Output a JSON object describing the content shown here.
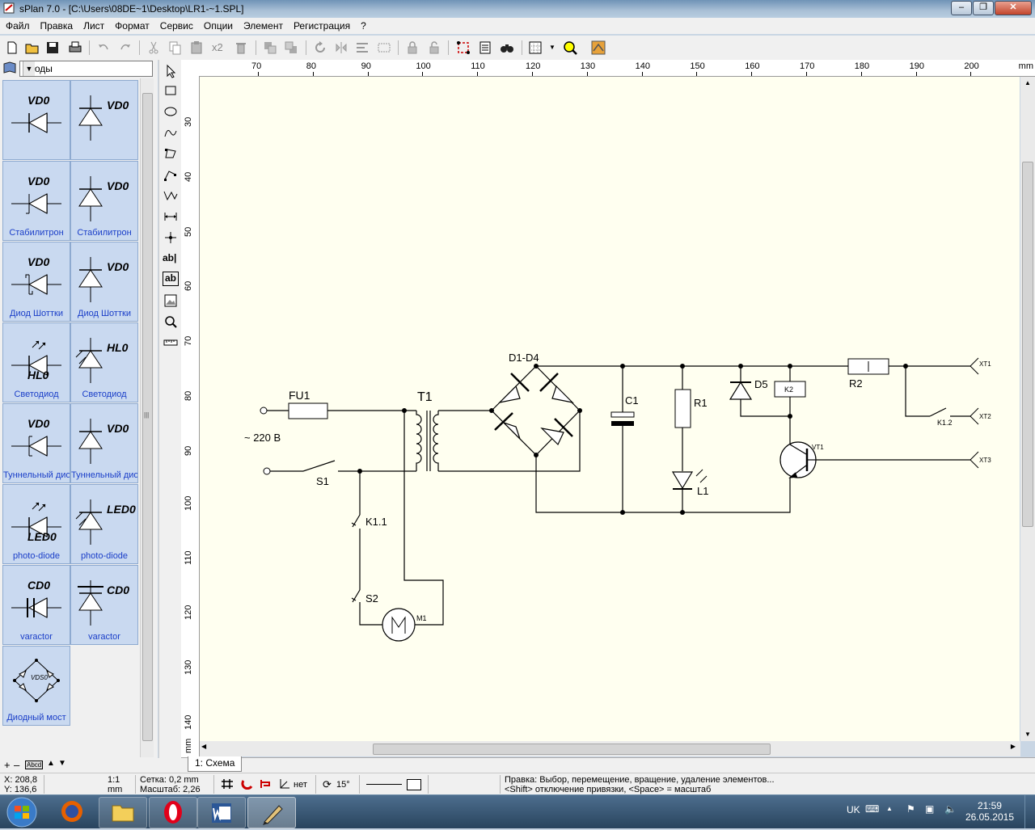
{
  "window": {
    "title": "sPlan 7.0 - [C:\\Users\\08DE~1\\Desktop\\LR1-~1.SPL]"
  },
  "menu": [
    "Файл",
    "Правка",
    "Лист",
    "Формат",
    "Сервис",
    "Опции",
    "Элемент",
    "Регистрация",
    "?"
  ],
  "toolbar": {
    "copies_label": "x2"
  },
  "library": {
    "selected": "Диоды",
    "cells": [
      {
        "symbol": "VD0",
        "name": ""
      },
      {
        "symbol": "VD0",
        "name": ""
      },
      {
        "symbol": "VD0",
        "name": "Стабилитрон"
      },
      {
        "symbol": "VD0",
        "name": "Стабилитрон"
      },
      {
        "symbol": "VD0",
        "name": "Диод Шоттки"
      },
      {
        "symbol": "VD0",
        "name": "Диод Шоттки"
      },
      {
        "symbol": "HL0",
        "name": "Светодиод"
      },
      {
        "symbol": "HL0",
        "name": "Светодиод"
      },
      {
        "symbol": "VD0",
        "name": "Туннельный диод"
      },
      {
        "symbol": "VD0",
        "name": "Туннельный диод"
      },
      {
        "symbol": "LED0",
        "name": "photo-diode"
      },
      {
        "symbol": "LED0",
        "name": "photo-diode"
      },
      {
        "symbol": "CD0",
        "name": "varactor"
      },
      {
        "symbol": "CD0",
        "name": "varactor"
      },
      {
        "symbol": "VDS0",
        "name": "Диодный мост"
      }
    ]
  },
  "drawtools": {
    "text_tool": "ab|",
    "textframe_tool": "ab"
  },
  "ruler": {
    "top": [
      "70",
      "80",
      "90",
      "100",
      "110",
      "120",
      "130",
      "140",
      "150",
      "160",
      "170",
      "180",
      "190",
      "200"
    ],
    "top_unit": "mm",
    "left": [
      "30",
      "40",
      "50",
      "60",
      "70",
      "80",
      "90",
      "100",
      "110",
      "120",
      "130",
      "140"
    ],
    "left_unit": "mm"
  },
  "schematic": {
    "labels": {
      "fu1": "FU1",
      "mains": "~ 220 В",
      "s1": "S1",
      "t1": "T1",
      "k11": "K1.1",
      "s2": "S2",
      "m1": "M1",
      "bridge": "D1-D4",
      "c1": "C1",
      "r1": "R1",
      "l1": "L1",
      "d5": "D5",
      "k2": "K2",
      "vt1": "VT1",
      "r2": "R2",
      "k12": "K1.2",
      "xt1": "XT1",
      "xt2": "XT2",
      "xt3": "XT3"
    }
  },
  "page_tab": "1: Схема",
  "lib_bottom": {
    "abcd": "Abcd"
  },
  "status": {
    "x": "X: 208,8",
    "y": "Y: 136,6",
    "scale_top": "1:1",
    "scale_unit": "mm",
    "grid": "Сетка: 0,2 mm",
    "zoom": "Масштаб:  2,26",
    "angle_snap": "нет",
    "rotation": "15°",
    "hint1": "Правка: Выбор, перемещение, вращение, удаление элементов...",
    "hint2": "<Shift> отключение привязки, <Space> = масштаб"
  },
  "taskbar": {
    "lang": "UK",
    "time": "21:59",
    "date": "26.05.2015"
  },
  "colors": {
    "canvas": "#fffff0",
    "library_cell": "#c9d9f0",
    "library_label": "#1a3ec8"
  }
}
